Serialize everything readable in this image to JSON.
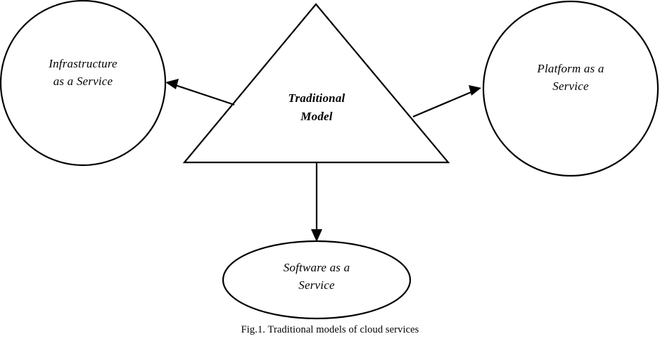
{
  "figure": {
    "caption": "Fig.1. Traditional models of cloud services",
    "background_color": "#ffffff",
    "stroke_color": "#000000"
  },
  "nodes": {
    "center": {
      "shape": "triangle",
      "label": "Traditional\nModel",
      "label_line_1": "Traditional",
      "label_line_2": "Model"
    },
    "left": {
      "shape": "circle",
      "label": "Infrastructure\nas a Service",
      "label_line_1": "Infrastructure",
      "label_line_2": "as a Service"
    },
    "right": {
      "shape": "circle",
      "label": "Platform as a\nService",
      "label_line_1": "Platform as a",
      "label_line_2": "Service"
    },
    "bottom": {
      "shape": "ellipse",
      "label": "Software as a\nService",
      "label_line_1": "Software as a",
      "label_line_2": "Service"
    }
  },
  "connectors": [
    {
      "name": "triangle-to-infrastructure",
      "from": "center",
      "to": "left",
      "direction": "up-left",
      "arrowhead": "end"
    },
    {
      "name": "triangle-to-platform",
      "from": "center",
      "to": "right",
      "direction": "up-right",
      "arrowhead": "end"
    },
    {
      "name": "triangle-to-software",
      "from": "center",
      "to": "bottom",
      "direction": "down",
      "arrowhead": "end"
    }
  ]
}
